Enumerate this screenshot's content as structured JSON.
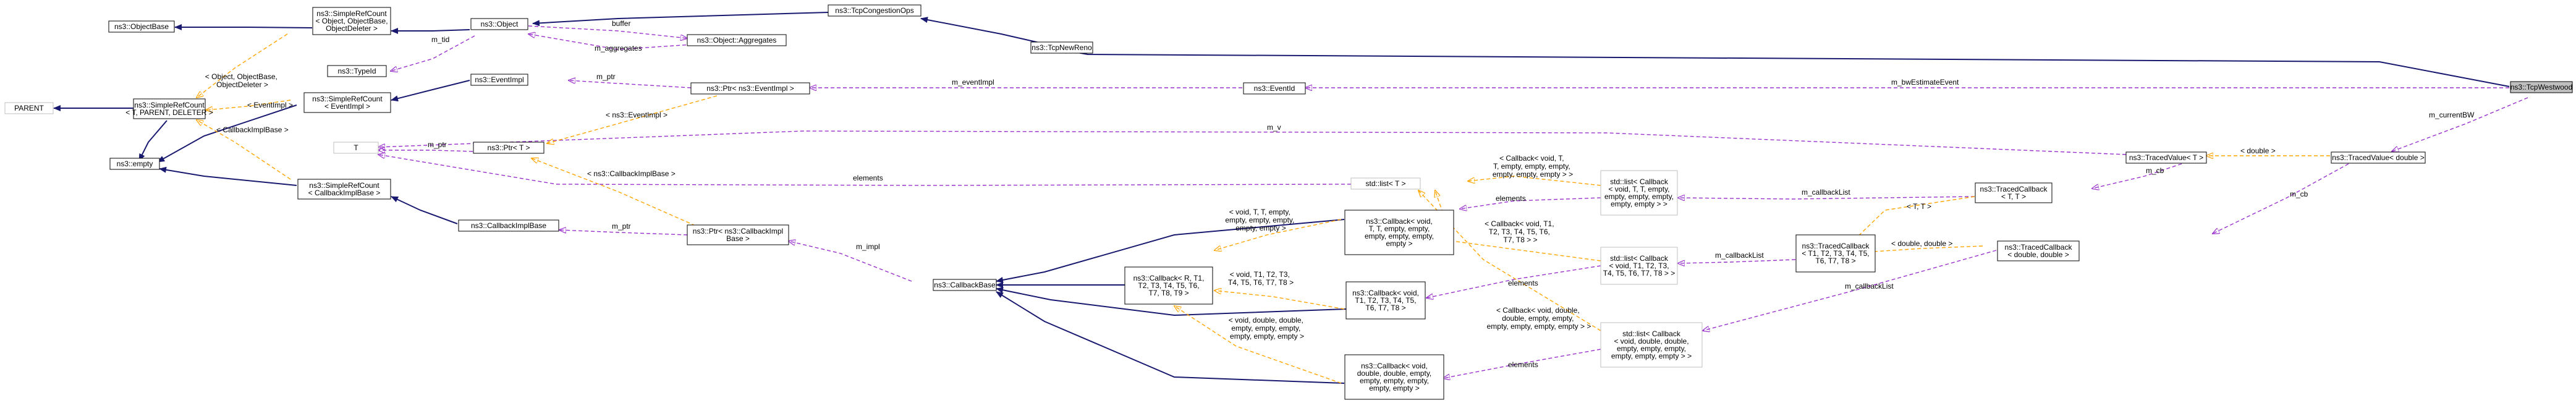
{
  "nodes": {
    "tcpwestwood": [
      "ns3::TcpWestwood"
    ],
    "tcpnewreno": [
      "ns3::TcpNewReno"
    ],
    "tcpcongestionops": [
      "ns3::TcpCongestionOps"
    ],
    "object": [
      "ns3::Object"
    ],
    "objectaggregates": [
      "ns3::Object::Aggregates"
    ],
    "typeid": [
      "ns3::TypeId"
    ],
    "simplerefcount_object": [
      "ns3::SimpleRefCount",
      "< Object, ObjectBase,",
      "ObjectDeleter >"
    ],
    "objectbase": [
      "ns3::ObjectBase"
    ],
    "simplerefcount_t": [
      "ns3::SimpleRefCount",
      "< T, PARENT, DELETER >"
    ],
    "parent": [
      "PARENT"
    ],
    "empty": [
      "ns3::empty"
    ],
    "eventid": [
      "ns3::EventId"
    ],
    "ptr_eventimpl": [
      "ns3::Ptr< ns3::EventImpl >"
    ],
    "eventimpl": [
      "ns3::EventImpl"
    ],
    "simplerefcount_eventimpl": [
      "ns3::SimpleRefCount",
      "< EventImpl >"
    ],
    "t": [
      "T"
    ],
    "ptr_t": [
      "ns3::Ptr< T >"
    ],
    "simplerefcount_callbackimplbase": [
      "ns3::SimpleRefCount",
      "< CallbackImplBase >"
    ],
    "callbackimplbase": [
      "ns3::CallbackImplBase"
    ],
    "ptr_callbackimplbase": [
      "ns3::Ptr< ns3::CallbackImpl",
      "Base >"
    ],
    "callbackbase": [
      "ns3::CallbackBase"
    ],
    "callback_r": [
      "ns3::Callback< R, T1,",
      "T2, T3, T4, T5, T6,",
      "T7, T8, T9 >"
    ],
    "callback_void_t": [
      "ns3::Callback< void,",
      "T, T, empty, empty,",
      "empty, empty, empty,",
      "empty >"
    ],
    "callback_void_t1": [
      "ns3::Callback< void,",
      "T1, T2, T3, T4, T5,",
      "T6, T7, T8 >"
    ],
    "callback_void_double": [
      "ns3::Callback< void,",
      "double, double, empty,",
      "empty, empty, empty,",
      "empty, empty >"
    ],
    "stdlist_t": [
      "std::list< T >"
    ],
    "stdlist_cb_void_t": [
      "std::list< Callback",
      "< void, T, T, empty,",
      "empty, empty, empty,",
      "empty, empty > >"
    ],
    "stdlist_cb_void_t1": [
      "std::list< Callback",
      "< void, T1, T2, T3,",
      "T4, T5, T6, T7, T8 > >"
    ],
    "stdlist_cb_void_double": [
      "std::list< Callback",
      "< void, double, double,",
      "empty, empty, empty,",
      "empty, empty, empty > >"
    ],
    "tracedvalue_t": [
      "ns3::TracedValue< T >"
    ],
    "tracedvalue_double": [
      "ns3::TracedValue< double >"
    ],
    "tracedcallback_t": [
      "ns3::TracedCallback",
      "< T, T >"
    ],
    "tracedcallback_t1": [
      "ns3::TracedCallback",
      "< T1, T2, T3, T4, T5,",
      "T6, T7, T8 >"
    ],
    "tracedcallback_double": [
      "ns3::TracedCallback",
      "< double, double >"
    ]
  },
  "edge_labels": {
    "bwestimate": "m_bwEstimateEvent",
    "eventimpl": "m_eventImpl",
    "currentbw": "m_currentBW",
    "mv": "m_v",
    "mptr1": "m_ptr",
    "mptr2": "m_ptr",
    "mptr3": "m_ptr",
    "mtid": "m_tid",
    "buffer": "buffer",
    "aggregates": "m_aggregates",
    "mimpl": "m_impl",
    "elements_main": "elements",
    "elements1": "elements",
    "elements2": "elements",
    "elements3": "elements",
    "callbacklist1": "m_callbackList",
    "callbacklist2": "m_callbackList",
    "callbacklist3": "m_callbackList",
    "mcb1": "m_cb",
    "mcb2": "m_cb",
    "tpl_object": [
      "< Object, ObjectBase,",
      "ObjectDeleter >"
    ],
    "tpl_callbackimplbase": "< CallbackImplBase >",
    "tpl_eventimpl_1": "< EventImpl >",
    "tpl_eventimpl_2": "< ns3::EventImpl >",
    "tpl_callbackimplbase_2": "< ns3::CallbackImplBase >",
    "tpl_double": "< double >",
    "tpl_tt": "< T, T >",
    "tpl_double_double": "< double, double >",
    "tpl_cb_void_t": [
      "< Callback< void, T,",
      "T, empty, empty, empty,",
      "empty, empty, empty > >"
    ],
    "tpl_cb_void_t1": [
      "< Callback< void, T1,",
      "T2, T3, T4, T5, T6,",
      "T7, T8 > >"
    ],
    "tpl_cb_void_double": [
      "< Callback< void, double,",
      "double, empty, empty,",
      "empty, empty, empty, empty > >"
    ],
    "tpl_void_t_empty": [
      "< void, T, T, empty,",
      "empty, empty, empty,",
      "empty, empty >"
    ],
    "tpl_void_t1": [
      "< void, T1, T2, T3,",
      "T4, T5, T6, T7, T8 >"
    ],
    "tpl_void_double": [
      "< void, double, double,",
      "empty, empty, empty,",
      "empty, empty, empty >"
    ]
  }
}
